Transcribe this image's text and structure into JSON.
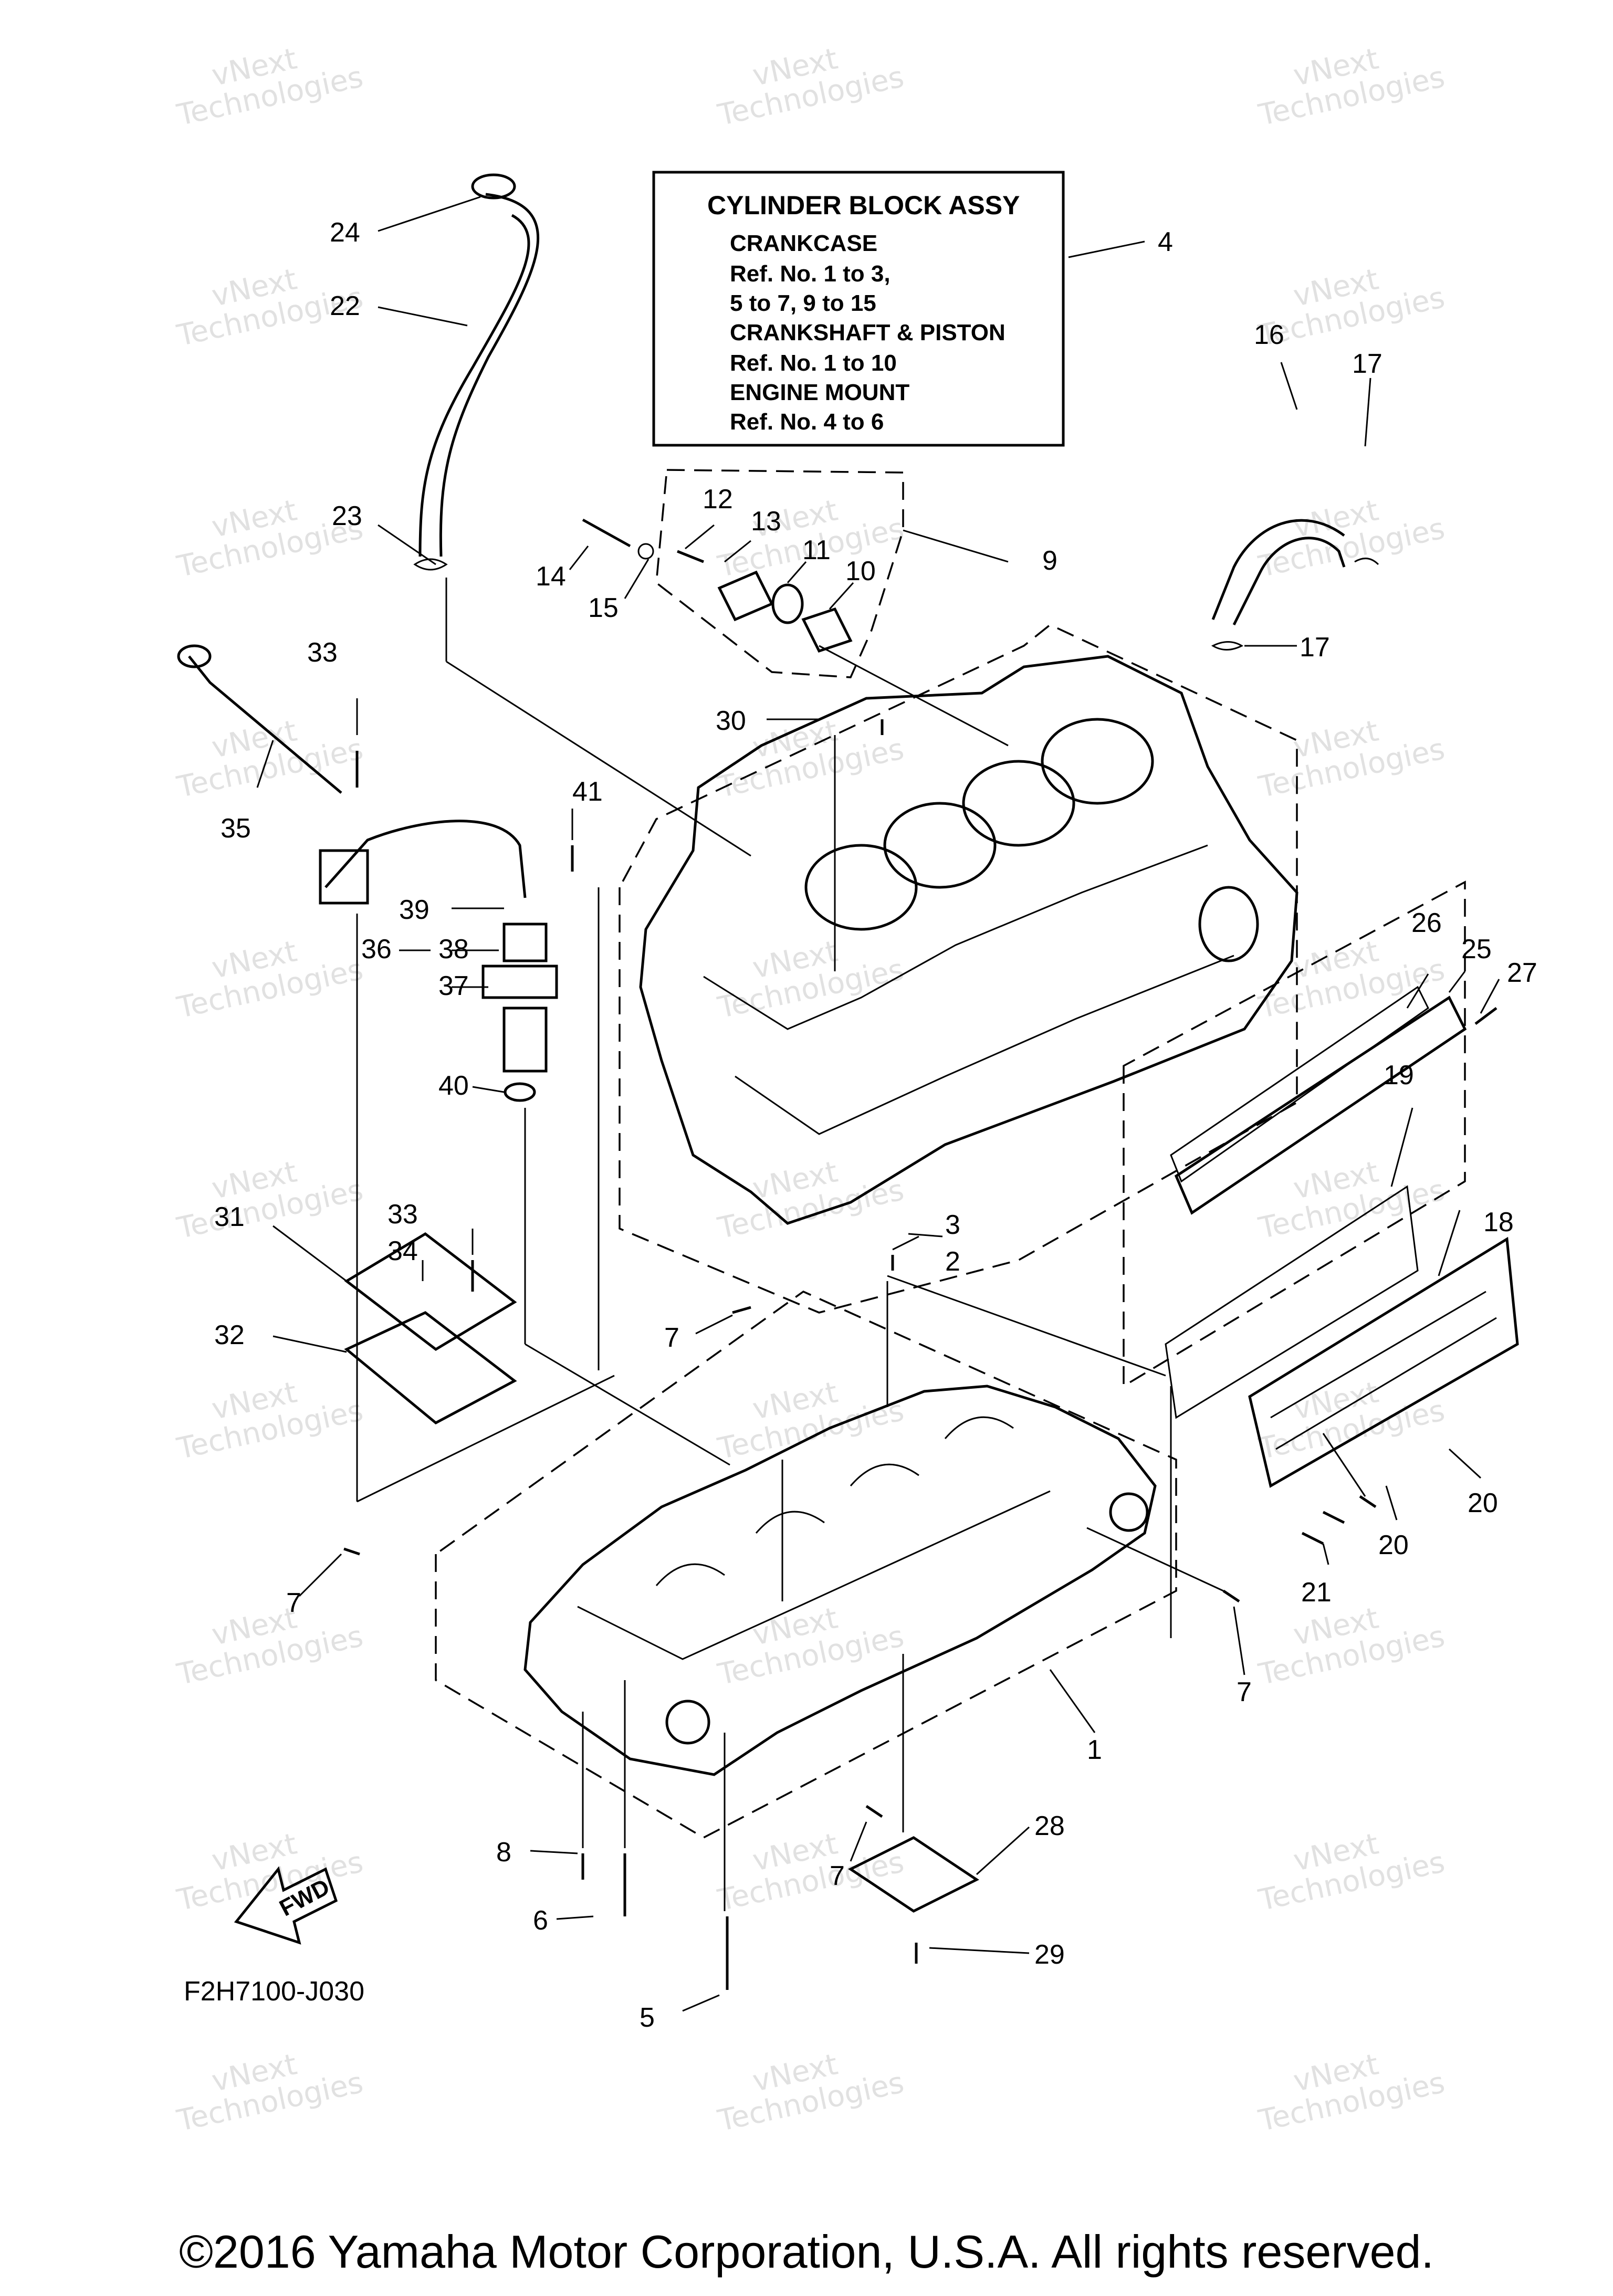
{
  "legend": {
    "title": "CYLINDER BLOCK ASSY",
    "lines": [
      "CRANKCASE",
      "Ref. No. 1 to 3,",
      "5 to 7, 9 to 15",
      "CRANKSHAFT & PISTON",
      "Ref. No. 1 to 10",
      "ENGINE MOUNT",
      "Ref. No. 4 to 6"
    ]
  },
  "callouts": {
    "n1": "1",
    "n2": "2",
    "n3": "3",
    "n4": "4",
    "n5": "5",
    "n6": "6",
    "n7": "7",
    "n8": "8",
    "n9": "9",
    "n10": "10",
    "n11": "11",
    "n12": "12",
    "n13": "13",
    "n14": "14",
    "n15": "15",
    "n16": "16",
    "n17": "17",
    "n18": "18",
    "n19": "19",
    "n20": "20",
    "n21": "21",
    "n22": "22",
    "n23": "23",
    "n24": "24",
    "n25": "25",
    "n26": "26",
    "n27": "27",
    "n28": "28",
    "n29": "29",
    "n30": "30",
    "n31": "31",
    "n32": "32",
    "n33": "33",
    "n34": "34",
    "n35": "35",
    "n36": "36",
    "n37": "37",
    "n38": "38",
    "n39": "39",
    "n40": "40",
    "n41": "41"
  },
  "fwd_label": "FWD",
  "diagram_code": "F2H7100-J030",
  "watermark": [
    "vNext",
    "Technologies"
  ],
  "copyright": "©2016 Yamaha Motor Corporation, U.S.A. All rights reserved."
}
